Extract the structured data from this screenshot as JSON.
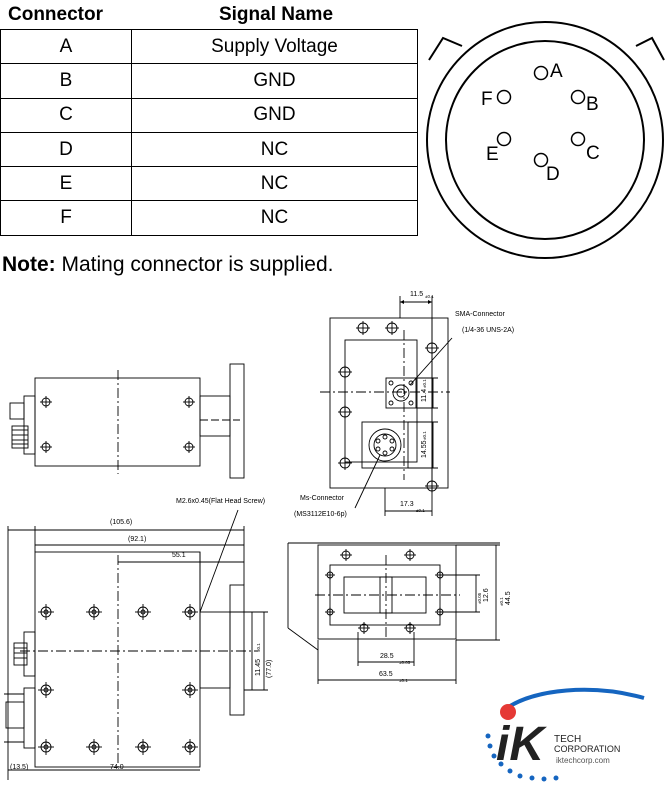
{
  "pin_table": {
    "headers": {
      "connector": "Connector",
      "signal": "Signal Name"
    },
    "rows": [
      {
        "pin": "A",
        "signal": "Supply Voltage"
      },
      {
        "pin": "B",
        "signal": "GND"
      },
      {
        "pin": "C",
        "signal": "GND"
      },
      {
        "pin": "D",
        "signal": "NC"
      },
      {
        "pin": "E",
        "signal": "NC"
      },
      {
        "pin": "F",
        "signal": "NC"
      }
    ]
  },
  "note": {
    "label": "Note:",
    "text": " Mating connector is supplied."
  },
  "connector_face": {
    "pins": [
      "A",
      "B",
      "C",
      "D",
      "E",
      "F"
    ]
  },
  "drawing": {
    "top_right": {
      "dim_11_5": "11.5",
      "tol_11_5": "±0.1",
      "sma_label": "SMA-Connector",
      "sma_thread": "(1/4-36 UNS-2A)",
      "dim_11_4": "11.4",
      "tol_11_4": "±0.1",
      "dim_14_55": "14.55",
      "tol_14_55": "±0.1",
      "dim_17_3": "17.3",
      "tol_17_3": "±0.1",
      "ms_label": "Ms-Connector",
      "ms_part": "(MS3112E10-6p)"
    },
    "screw_label": "M2.6x0.45(Flat Head Screw)",
    "bottom_left": {
      "dim_105_6": "(105.6)",
      "dim_92_1": "(92.1)",
      "dim_55_1": "55.1",
      "dim_11_45": "11.45",
      "tol_11_45": "±0.1",
      "dim_77_0": "(77.0)",
      "dim_13_5": "(13.5)",
      "dim_74_0": "74.0"
    },
    "flange": {
      "dim_12_6": "12.6",
      "tol_12_6": "±0.05",
      "dim_44_5": "44.5",
      "tol_44_5": "±0.1",
      "dim_28_5": "28.5",
      "tol_28_5": "±0.05",
      "dim_63_5": "63.5",
      "tol_63_5": "±0.1"
    }
  },
  "logo": {
    "letters": "iK",
    "line1": "TECH",
    "line2": "CORPORATION",
    "url": "iktechcorp.com",
    "colors": {
      "blue": "#1565c0",
      "red": "#e53935",
      "dark": "#222222"
    }
  }
}
